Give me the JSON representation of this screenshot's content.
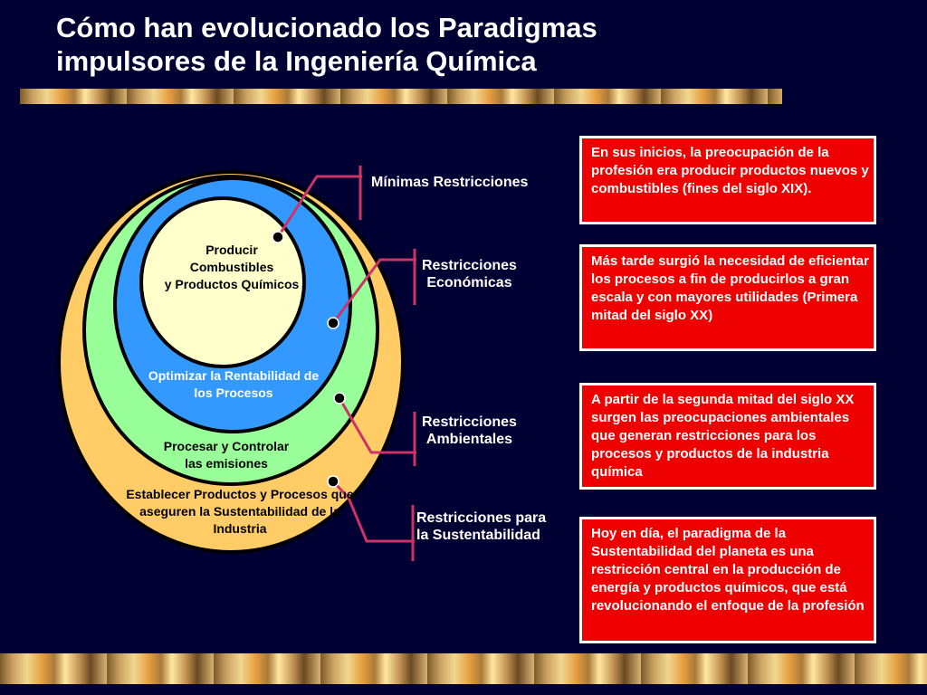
{
  "title": {
    "line1": "Cómo han evolucionado los Paradigmas",
    "line2": "impulsores de la Ingeniería Química"
  },
  "circles": {
    "inner": [
      "Producir",
      "Combustibles",
      "y Productos Químicos"
    ],
    "blue": [
      "Optimizar la Rentabilidad de",
      "los Procesos"
    ],
    "green": [
      "Procesar y Controlar",
      "las emisiones"
    ],
    "orange": [
      "Establecer Productos y Procesos que",
      "aseguren la Sustentabilidad de la",
      "Industria"
    ]
  },
  "restrictions": [
    [
      "Mínimas Restricciones"
    ],
    [
      "Restricciones",
      "Económicas"
    ],
    [
      "Restricciones",
      "Ambientales"
    ],
    [
      "Restricciones para",
      "la Sustentabilidad"
    ]
  ],
  "boxes": [
    "En sus inicios, la preocupación de la profesión era producir productos nuevos y combustibles (fines del siglo XIX).",
    "Más tarde surgió la necesidad de eficientar los procesos a fin de producirlos a gran escala y con mayores utilidades (Primera mitad del siglo XX)",
    "A partir de la segunda mitad del siglo XX surgen las preocupaciones ambientales que generan restricciones para los procesos y productos de la industria química",
    "Hoy en día, el paradigma de la Sustentabilidad del planeta es una restricción central en la producción de energía y productos químicos, que está revolucionando el enfoque de la profesión"
  ],
  "colors": {
    "background": "#000033",
    "orange_ellipse": "#ffcc66",
    "green_ellipse": "#99ff99",
    "blue_ellipse": "#3399ff",
    "inner_circle": "#ffffcc",
    "connector": "#cc3366",
    "box": "#ee0000"
  }
}
